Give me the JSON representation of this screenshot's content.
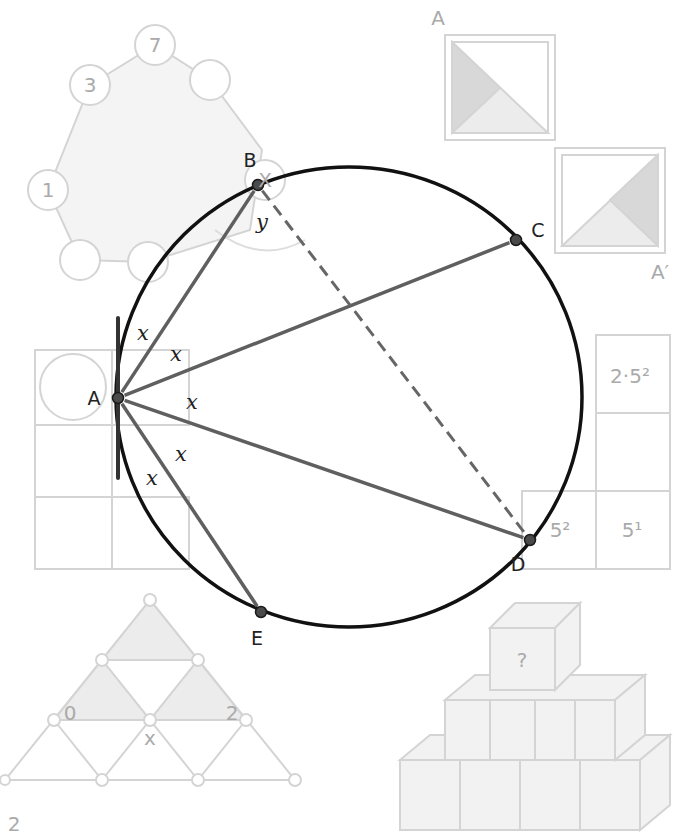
{
  "diagram": {
    "nodes": [
      {
        "text": [
          "B"
        ]
      },
      {
        "text": [
          "C"
        ]
      },
      {
        "text": [
          "A"
        ]
      },
      {
        "text": [
          "D"
        ]
      },
      {
        "text": [
          "E"
        ]
      }
    ],
    "edges": [
      {
        "from": 2,
        "to": 0,
        "arrow": "none"
      },
      {
        "from": 2,
        "to": 1,
        "arrow": "none"
      },
      {
        "from": 2,
        "to": 3,
        "arrow": "none"
      },
      {
        "from": 2,
        "to": 4,
        "arrow": "none"
      },
      {
        "from": 0,
        "to": 3,
        "arrow": "none"
      }
    ],
    "labels": [
      "x",
      "x",
      "x",
      "x",
      "x",
      "y",
      "7",
      "3",
      "1",
      "X",
      "A",
      "A′",
      "2·5²",
      "5²",
      "5¹",
      "0",
      "2",
      "x",
      "2",
      "?"
    ]
  }
}
